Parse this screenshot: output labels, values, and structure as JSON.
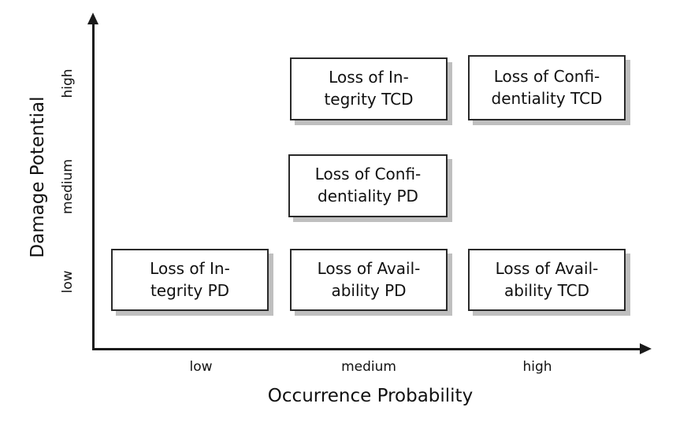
{
  "chart_data": {
    "type": "heatmap",
    "title": "",
    "xlabel": "Occurrence Probability",
    "ylabel": "Damage Potential",
    "x_categories": [
      "low",
      "medium",
      "high"
    ],
    "y_categories": [
      "low",
      "medium",
      "high"
    ],
    "grid": false,
    "legend": "none",
    "cells": [
      {
        "x": "medium",
        "y": "high",
        "line1": "Loss of In-",
        "line2": "tegrity TCD",
        "text": "Loss of Integrity TCD"
      },
      {
        "x": "high",
        "y": "high",
        "line1": "Loss of Confi-",
        "line2": "dentiality TCD",
        "text": "Loss of Confidentiality TCD"
      },
      {
        "x": "medium",
        "y": "medium",
        "line1": "Loss of Confi-",
        "line2": "dentiality PD",
        "text": "Loss of Confidentiality PD"
      },
      {
        "x": "low",
        "y": "low",
        "line1": "Loss of In-",
        "line2": "tegrity PD",
        "text": "Loss of Integrity PD"
      },
      {
        "x": "medium",
        "y": "low",
        "line1": "Loss of Avail-",
        "line2": "ability PD",
        "text": "Loss of Availability PD"
      },
      {
        "x": "high",
        "y": "low",
        "line1": "Loss of Avail-",
        "line2": "ability TCD",
        "text": "Loss of Availability TCD"
      }
    ]
  },
  "axes": {
    "y": {
      "title": "Damage Potential",
      "ticks": [
        "low",
        "medium",
        "high"
      ]
    },
    "x": {
      "title": "Occurrence Probability",
      "ticks": [
        "low",
        "medium",
        "high"
      ]
    }
  },
  "colors": {
    "axis": "#1a1a1a",
    "cell_border": "#2a2a2a",
    "cell_fill": "#ffffff",
    "cell_shadow": "#bfbfbf",
    "text": "#111111",
    "background": "#ffffff"
  }
}
